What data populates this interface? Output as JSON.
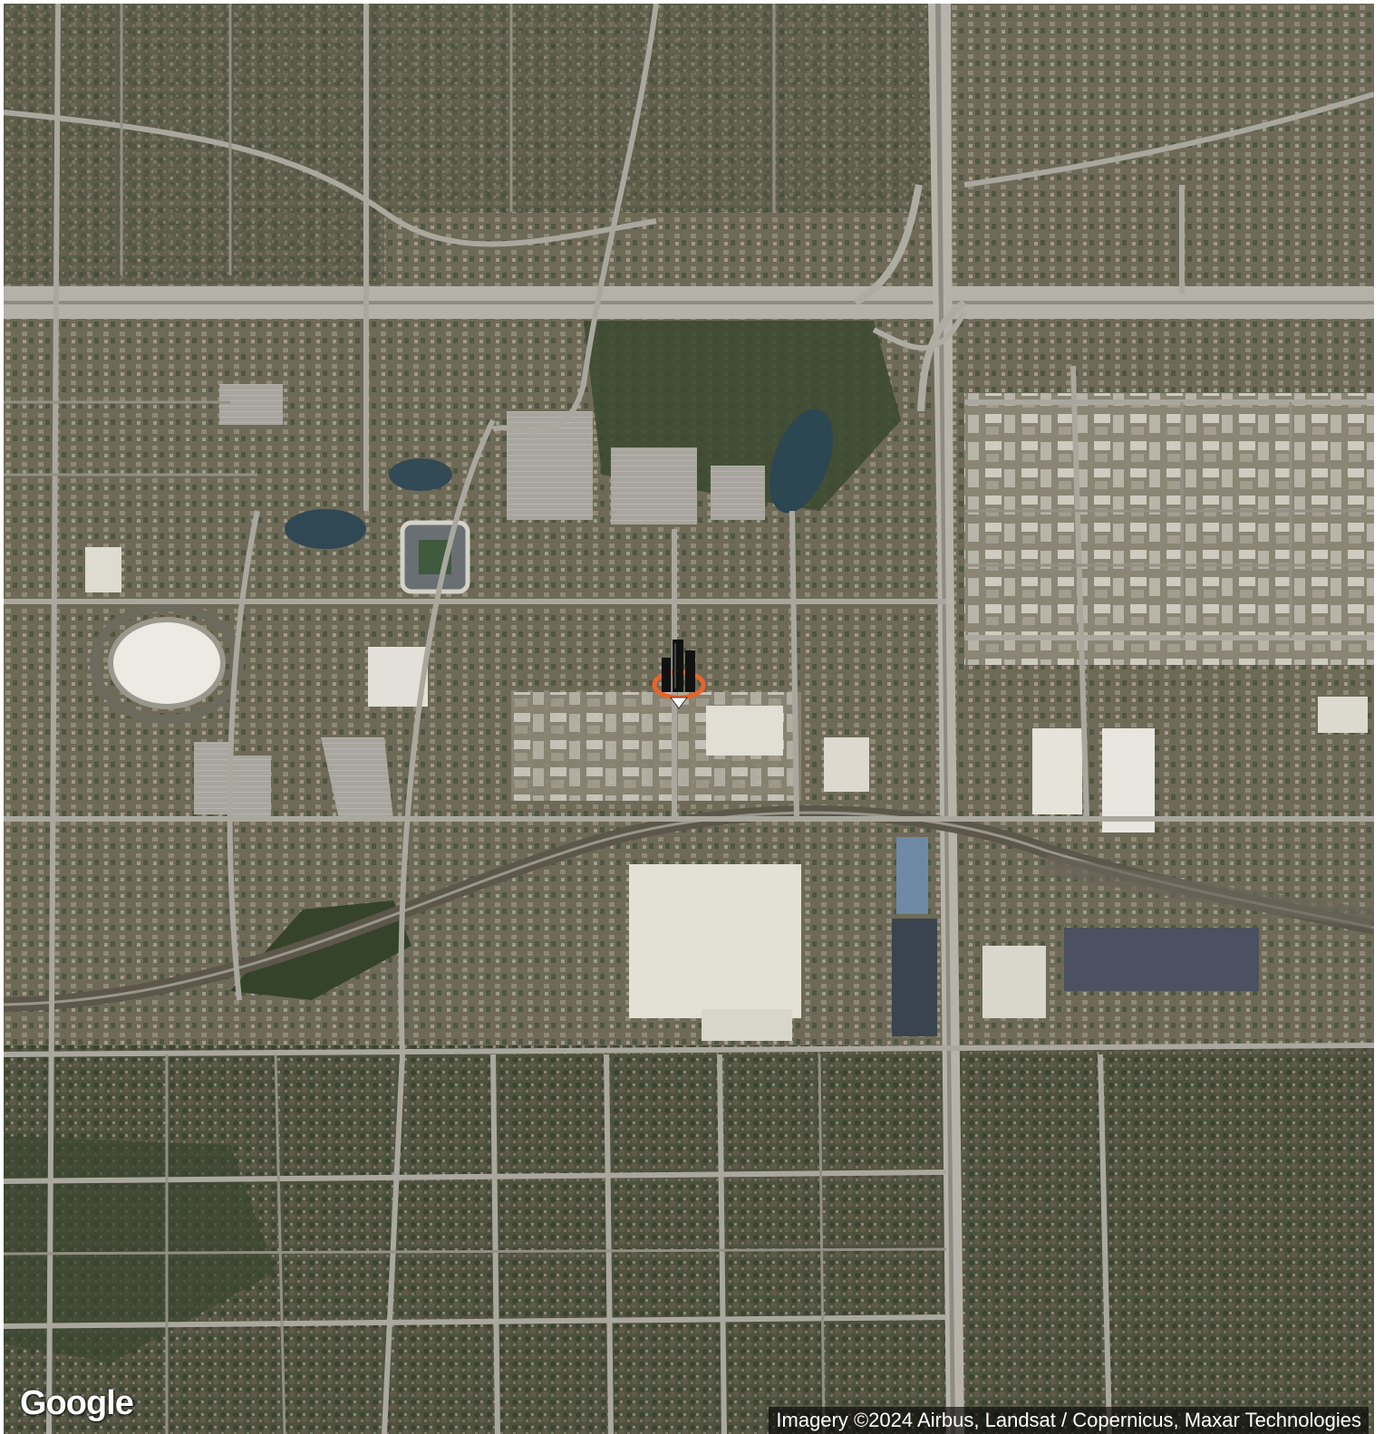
{
  "map": {
    "type": "satellite",
    "provider_logo": "Google",
    "attribution": "Imagery ©2024 Airbus, Landsat / Copernicus, Maxar Technologies",
    "marker_icon": "building-pin-icon",
    "colors": {
      "ground": "#6f6a58",
      "vegetation": "#3f4a33",
      "road": "#b9b7ad",
      "roof": "#e6e4dc",
      "water": "#2f4a55",
      "marker_ring": "#e8642a",
      "marker_body": "#111111"
    }
  }
}
